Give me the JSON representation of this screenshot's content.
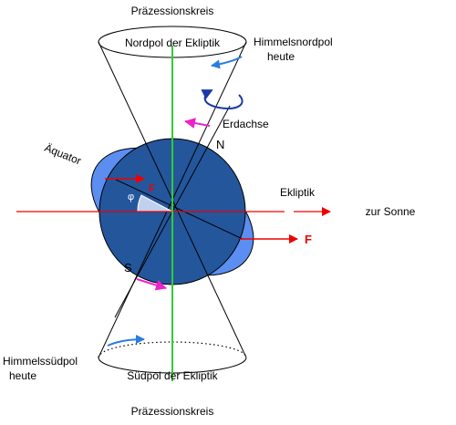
{
  "labels": {
    "top_circle": "Präzessionskreis",
    "bottom_circle": "Präzessionskreis",
    "north_pole_ecliptic": "Nordpol der Ekliptik",
    "south_pole_ecliptic": "Südpol der Ekliptik",
    "celestial_north_pole": "Himmelsnordpol",
    "celestial_north_pole_today": "heute",
    "celestial_south_pole": "Himmelssüdpol",
    "celestial_south_pole_today": "heute",
    "earth_axis": "Erdachse",
    "north": "N",
    "south": "S",
    "equator": "Äquator",
    "ecliptic": "Ekliptik",
    "to_sun": "zur Sonne",
    "force_upper": "F",
    "force_lower": "F",
    "angle": "φ"
  },
  "colors": {
    "sphere_light": "#5b8ef0",
    "sphere_dark": "#24569c",
    "ecliptic_axis": "#33cc33",
    "force_arrow": "#ee0000",
    "torque_arrow": "#ee22cc",
    "rotation_arrow": "#1a3aa8",
    "precession_arrow": "#2a7de0"
  }
}
